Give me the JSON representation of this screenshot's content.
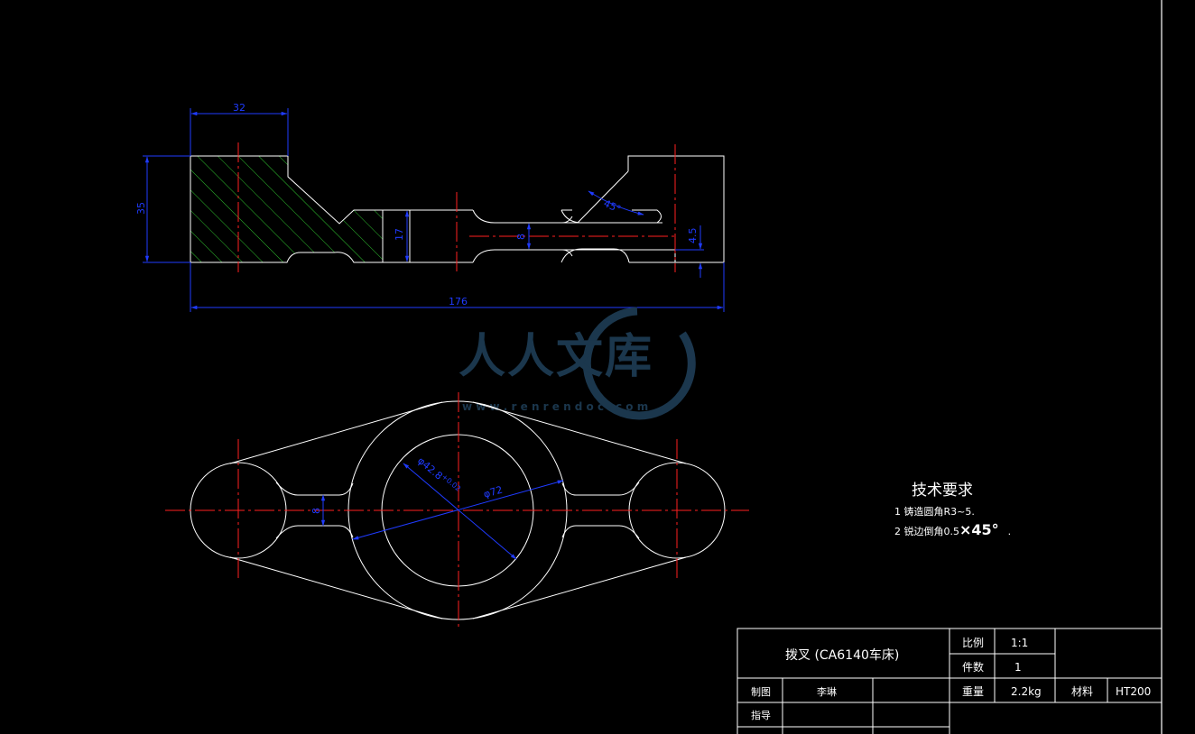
{
  "colors": {
    "background": "#000000",
    "outline": "#ffffff",
    "centerline": "#ff2020",
    "dimension": "#1f3bff",
    "hatch": "#2ec02e",
    "watermark": "#1d3a52"
  },
  "front_view": {
    "dim_width_top": "32",
    "dim_height_left": "35",
    "dim_slot": "17",
    "dim_web": "8",
    "dim_step": "4.5",
    "dim_chamfer": "45°",
    "dim_total_length": "176"
  },
  "top_view": {
    "dim_phi_bore": "φ42.8",
    "dim_phi_bore_tol": "+0.02",
    "dim_phi_outer": "φ72",
    "dim_web_width": "8"
  },
  "watermark": {
    "text": "人人文库",
    "url": "w w w . r e n r e n d o c . c o m"
  },
  "tech_requirements": {
    "title": "技术要求",
    "item1": "1 铸造圆角R3~5.",
    "item2_prefix": "2 锐边倒角0.5",
    "item2_big": "×45°",
    "item2_suffix": "."
  },
  "title_block": {
    "part_name": "拨叉 (CA6140车床)",
    "scale_label": "比例",
    "scale_value": "1:1",
    "qty_label": "件数",
    "qty_value": "1",
    "drawn_label": "制图",
    "drawn_value": "李琳",
    "weight_label": "重量",
    "weight_value": "2.2kg",
    "material_label": "材料",
    "material_value": "HT200",
    "guide_label": "指导"
  }
}
